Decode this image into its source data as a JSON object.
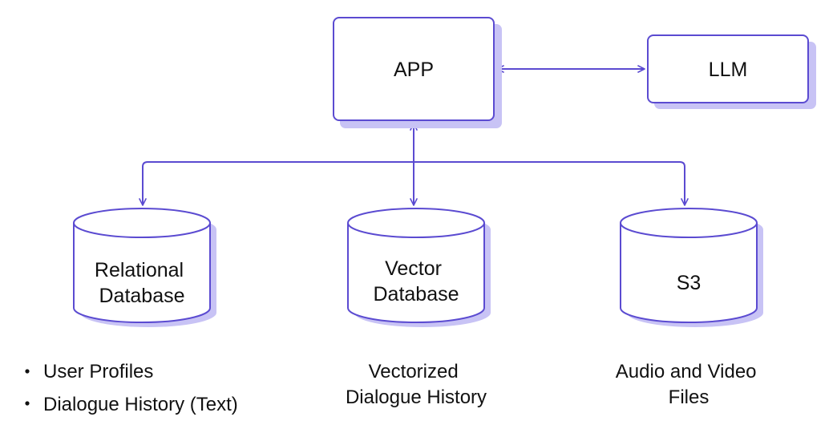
{
  "colors": {
    "stroke": "#5b4bd1",
    "shadow": "#c8c3f5",
    "fill": "#ffffff",
    "text": "#111111"
  },
  "nodes": {
    "app": {
      "label": "APP"
    },
    "llm": {
      "label": "LLM"
    },
    "relational_db": {
      "label_lines": [
        "Relational",
        "Database"
      ]
    },
    "vector_db": {
      "label_lines": [
        "Vector",
        "Database"
      ]
    },
    "s3": {
      "label_lines": [
        "S3"
      ]
    }
  },
  "captions": {
    "relational_db": {
      "bullets": [
        "User Profiles",
        "Dialogue History (Text)"
      ]
    },
    "vector_db": {
      "lines": [
        "Vectorized",
        "Dialogue History"
      ]
    },
    "s3": {
      "lines": [
        "Audio and Video",
        "Files"
      ]
    }
  },
  "edges": [
    {
      "from": "app",
      "to": "llm",
      "direction": "both"
    },
    {
      "from": "app",
      "to": "relational_db",
      "direction": "both"
    },
    {
      "from": "app",
      "to": "vector_db",
      "direction": "both"
    },
    {
      "from": "app",
      "to": "s3",
      "direction": "both"
    }
  ]
}
